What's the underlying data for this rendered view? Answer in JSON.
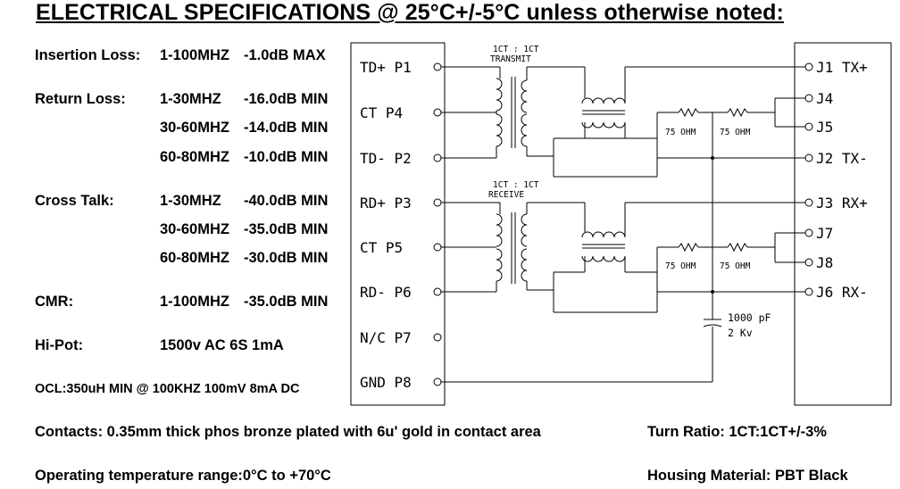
{
  "title": "ELECTRICAL SPECIFICATIONS @ 25°C+/-5°C unless otherwise noted:",
  "specs": {
    "insertion_loss": {
      "label": "Insertion Loss:",
      "freq": "1-100MHZ",
      "value": "-1.0dB MAX"
    },
    "return_loss": {
      "label": "Return Loss:",
      "rows": [
        {
          "freq": "1-30MHZ",
          "value": "-16.0dB MIN"
        },
        {
          "freq": "30-60MHZ",
          "value": "-14.0dB MIN"
        },
        {
          "freq": "60-80MHZ",
          "value": "-10.0dB MIN"
        }
      ]
    },
    "cross_talk": {
      "label": "Cross Talk:",
      "rows": [
        {
          "freq": "1-30MHZ",
          "value": "-40.0dB MIN"
        },
        {
          "freq": "30-60MHZ",
          "value": "-35.0dB MIN"
        },
        {
          "freq": "60-80MHZ",
          "value": "-30.0dB MIN"
        }
      ]
    },
    "cmr": {
      "label": "CMR:",
      "freq": "1-100MHZ",
      "value": "-35.0dB MIN"
    },
    "hipot": {
      "label": "Hi-Pot:",
      "value": "1500v AC 6S 1mA"
    },
    "ocl": "OCL:350uH MIN @ 100KHZ 100mV 8mA DC"
  },
  "footer": {
    "contacts": "Contacts: 0.35mm thick phos bronze plated with 6u' gold in contact area",
    "turn_ratio": "Turn Ratio: 1CT:1CT+/-3%",
    "operating_temp": "Operating temperature range:0°C to +70°C",
    "housing": "Housing Material: PBT Black"
  },
  "diagram": {
    "left_pins": [
      {
        "name": "TD+",
        "pin": "P1"
      },
      {
        "name": "CT",
        "pin": "P4"
      },
      {
        "name": "TD-",
        "pin": "P2"
      },
      {
        "name": "RD+",
        "pin": "P3"
      },
      {
        "name": "CT",
        "pin": "P5"
      },
      {
        "name": "RD-",
        "pin": "P6"
      },
      {
        "name": "N/C",
        "pin": "P7"
      },
      {
        "name": "GND",
        "pin": "P8"
      }
    ],
    "right_pins": [
      {
        "pin": "J1",
        "name": "TX+"
      },
      {
        "pin": "J4",
        "name": ""
      },
      {
        "pin": "J5",
        "name": ""
      },
      {
        "pin": "J2",
        "name": "TX-"
      },
      {
        "pin": "J3",
        "name": "RX+"
      },
      {
        "pin": "J7",
        "name": ""
      },
      {
        "pin": "J8",
        "name": ""
      },
      {
        "pin": "J6",
        "name": "RX-"
      }
    ],
    "transmit_ratio": "1CT : 1CT",
    "transmit_label": "TRANSMIT",
    "receive_ratio": "1CT : 1CT",
    "receive_label": "RECEIVE",
    "resistor_label": "75 OHM",
    "capacitor_value": "1000 pF",
    "capacitor_voltage": "2 Kv"
  }
}
